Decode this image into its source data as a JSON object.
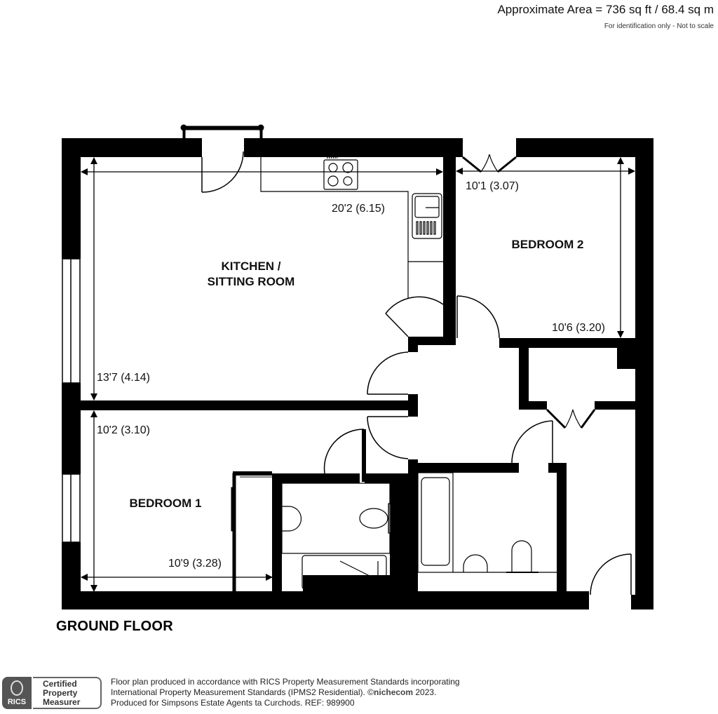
{
  "header": {
    "area": "Approximate Area = 736 sq ft / 68.4 sq m",
    "disclaimer": "For identification only - Not to scale"
  },
  "rooms": {
    "kitchen_line1": "KITCHEN /",
    "kitchen_line2": "SITTING ROOM",
    "bedroom2": "BEDROOM 2",
    "bedroom1": "BEDROOM 1"
  },
  "dimensions": {
    "kitchen_width": "20'2 (6.15)",
    "kitchen_depth": "13'7 (4.14)",
    "bedroom2_width": "10'1 (3.07)",
    "bedroom2_depth": "10'6 (3.20)",
    "bedroom1_depth": "10'2 (3.10)",
    "bedroom1_width": "10'9 (3.28)"
  },
  "floor": {
    "label": "GROUND FLOOR"
  },
  "footer": {
    "rics_text": "RICS",
    "cert_line1": "Certified",
    "cert_line2": "Property",
    "cert_line3": "Measurer",
    "line1": "Floor plan produced in accordance with RICS Property Measurement Standards incorporating",
    "line2_prefix": "International Property Measurement Standards (IPMS2 Residential).  ©",
    "line2_brand": "nichecom",
    "line2_suffix": " 2023.",
    "line3": "Produced for Simpsons Estate Agents ta Curchods.   REF:  989900"
  },
  "colors": {
    "wall": "#000000",
    "background": "#ffffff",
    "badge": "#555555"
  }
}
